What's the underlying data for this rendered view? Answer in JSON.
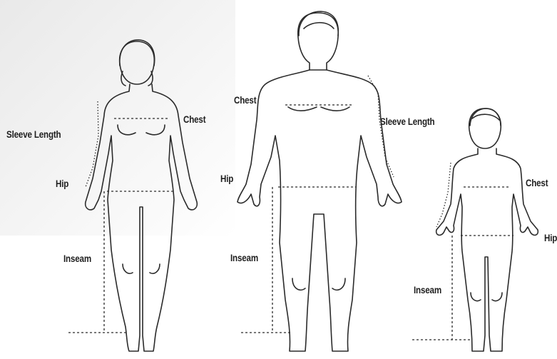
{
  "figures": [
    {
      "id": "woman",
      "labels": {
        "sleeve_length": "Sleeve Length",
        "chest": "Chest",
        "hip": "Hip",
        "inseam": "Inseam"
      }
    },
    {
      "id": "man",
      "labels": {
        "chest": "Chest",
        "sleeve_length": "Sleeve Length",
        "hip": "Hip",
        "inseam": "Inseam"
      }
    },
    {
      "id": "child",
      "labels": {
        "chest": "Chest",
        "hip": "Hip",
        "inseam": "Inseam"
      }
    }
  ],
  "colors": {
    "line": "#2b2b2b",
    "background_tint": "#efefef"
  }
}
